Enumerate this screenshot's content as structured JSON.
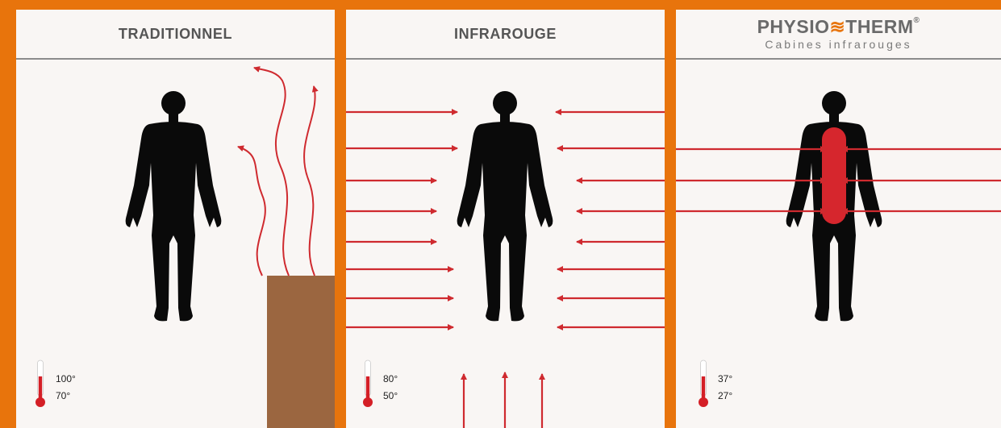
{
  "panels": [
    {
      "title": "TRADITIONNEL",
      "temp_high": "100°",
      "temp_low": "70°"
    },
    {
      "title": "INFRAROUGE",
      "temp_high": "80°",
      "temp_low": "50°"
    },
    {
      "brand_prefix": "PHYSIO",
      "brand_symbol": "≋",
      "brand_suffix": "THERM",
      "brand_reg": "®",
      "brand_subtitle": "Cabines infrarouges",
      "temp_high": "37°",
      "temp_low": "27°"
    }
  ],
  "colors": {
    "frame": "#e8740c",
    "panel_bg": "#f9f6f4",
    "arrow": "#cf2a2f",
    "heater": "#9b6640",
    "silhouette": "#0a0a0a",
    "thermometer": "#d41f26"
  },
  "icons": [
    "human-silhouette-icon",
    "thermometer-icon",
    "heat-wave-arrow-icon",
    "infrared-ray-arrow-icon",
    "sauna-heater-icon"
  ]
}
